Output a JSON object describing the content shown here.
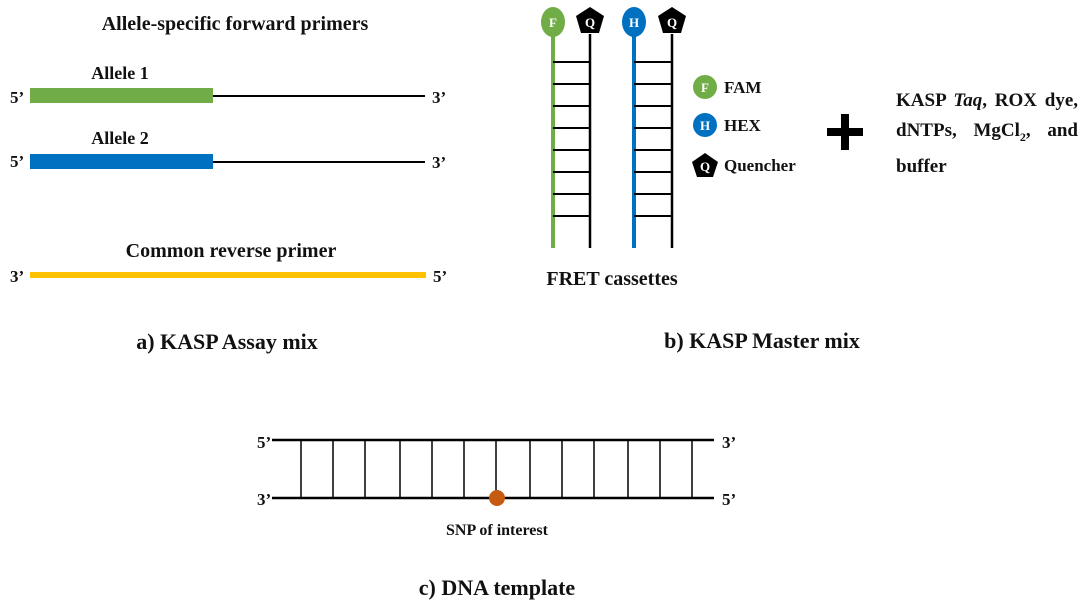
{
  "panel_a": {
    "title": "Allele-specific forward primers",
    "allele1_label": "Allele 1",
    "allele2_label": "Allele 2",
    "reverse_label": "Common reverse primer",
    "end_5": "5’",
    "end_3": "3’",
    "caption": "a) KASP Assay mix"
  },
  "panel_b": {
    "cassette_label": "FRET cassettes",
    "fam_symbol": "F",
    "hex_symbol": "H",
    "quencher_symbol": "Q",
    "legend_fam": "FAM",
    "legend_hex": "HEX",
    "legend_quencher": "Quencher",
    "plus": "+",
    "mix_part1": "KASP ",
    "mix_taq": "Taq",
    "mix_part2": ", ROX dye, dNTPs, MgCl",
    "mix_sub": "2",
    "mix_part3": ", and buffer",
    "caption": "b) KASP Master mix"
  },
  "panel_c": {
    "end_5": "5’",
    "end_3": "3’",
    "snp_label": "SNP of interest",
    "caption": "c) DNA template"
  },
  "colors": {
    "green": "#70ad47",
    "blue": "#0070c0",
    "yellow": "#ffc000",
    "snp": "#c55a11",
    "black": "#000000"
  }
}
